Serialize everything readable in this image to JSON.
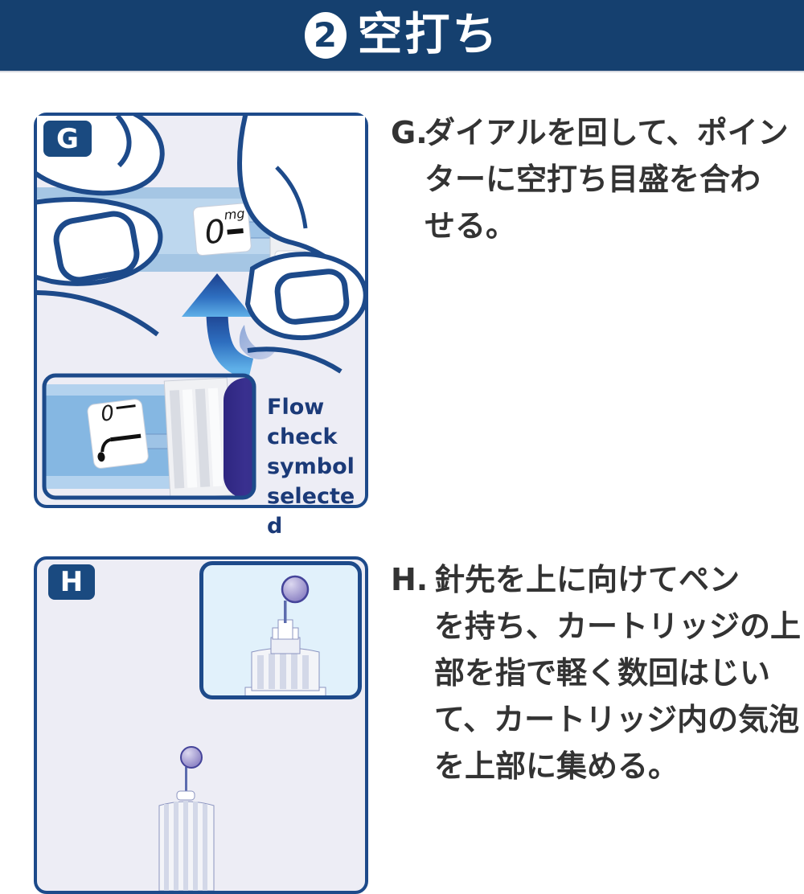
{
  "header": {
    "step_number": "2",
    "title": "空打ち"
  },
  "colors": {
    "banner_navy": "#15406f",
    "outline_navy": "#1d4a8a",
    "panel_bg": "#ededf5",
    "badge_bg": "#1a4a80",
    "pen_blue": "#bdd7ee",
    "pen_blue_dark": "#a5c6e4",
    "dial_gray": "#eef0f3",
    "button_indigo": "#39308f",
    "inset_h_bg": "#e1f1fb",
    "droplet_purple": "#776cb8",
    "instruction_text": "#333333",
    "flow_label_navy": "#1b3a78"
  },
  "panel_g": {
    "badge": "G",
    "display_value": "0",
    "display_unit": "mg",
    "inset_display_value": "0",
    "flow_label": "Flow check symbol selected"
  },
  "panel_h": {
    "badge": "H"
  },
  "instructions": {
    "g": {
      "prefix": "G.",
      "text": "ダイアルを回して、ポインターに空打ち目盛を合わせる。",
      "lines": [
        "ダイアルを回して、ポイン",
        "ターに空打ち目盛を合わ",
        "せる。"
      ]
    },
    "h": {
      "prefix": "H.",
      "text": "針先を上に向けてペンを持ち、カートリッジの上部を指で軽く数回はじいて、カートリッジ内の気泡を上部に集める。",
      "lines": [
        "針先を上に向けてペン",
        "を持ち、カートリッジの上",
        "部を指で軽く数回はじい",
        "て、カートリッジ内の気泡",
        "を上部に集める。"
      ]
    }
  }
}
